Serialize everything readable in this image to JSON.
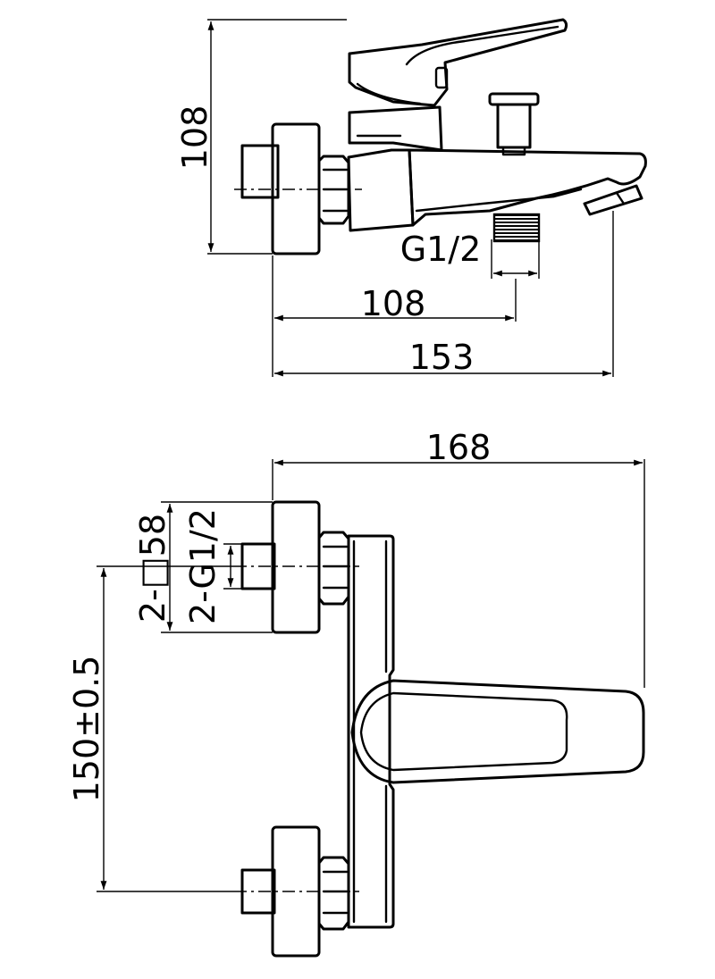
{
  "dimensions": {
    "top_height": "108",
    "thread_top": "G1/2",
    "depth_to_outlet": "108",
    "overall_depth": "153",
    "overall_width": "168",
    "center_distance": "150±0.5",
    "flange": "2-□58",
    "inlet_thread": "2-G1/2"
  }
}
